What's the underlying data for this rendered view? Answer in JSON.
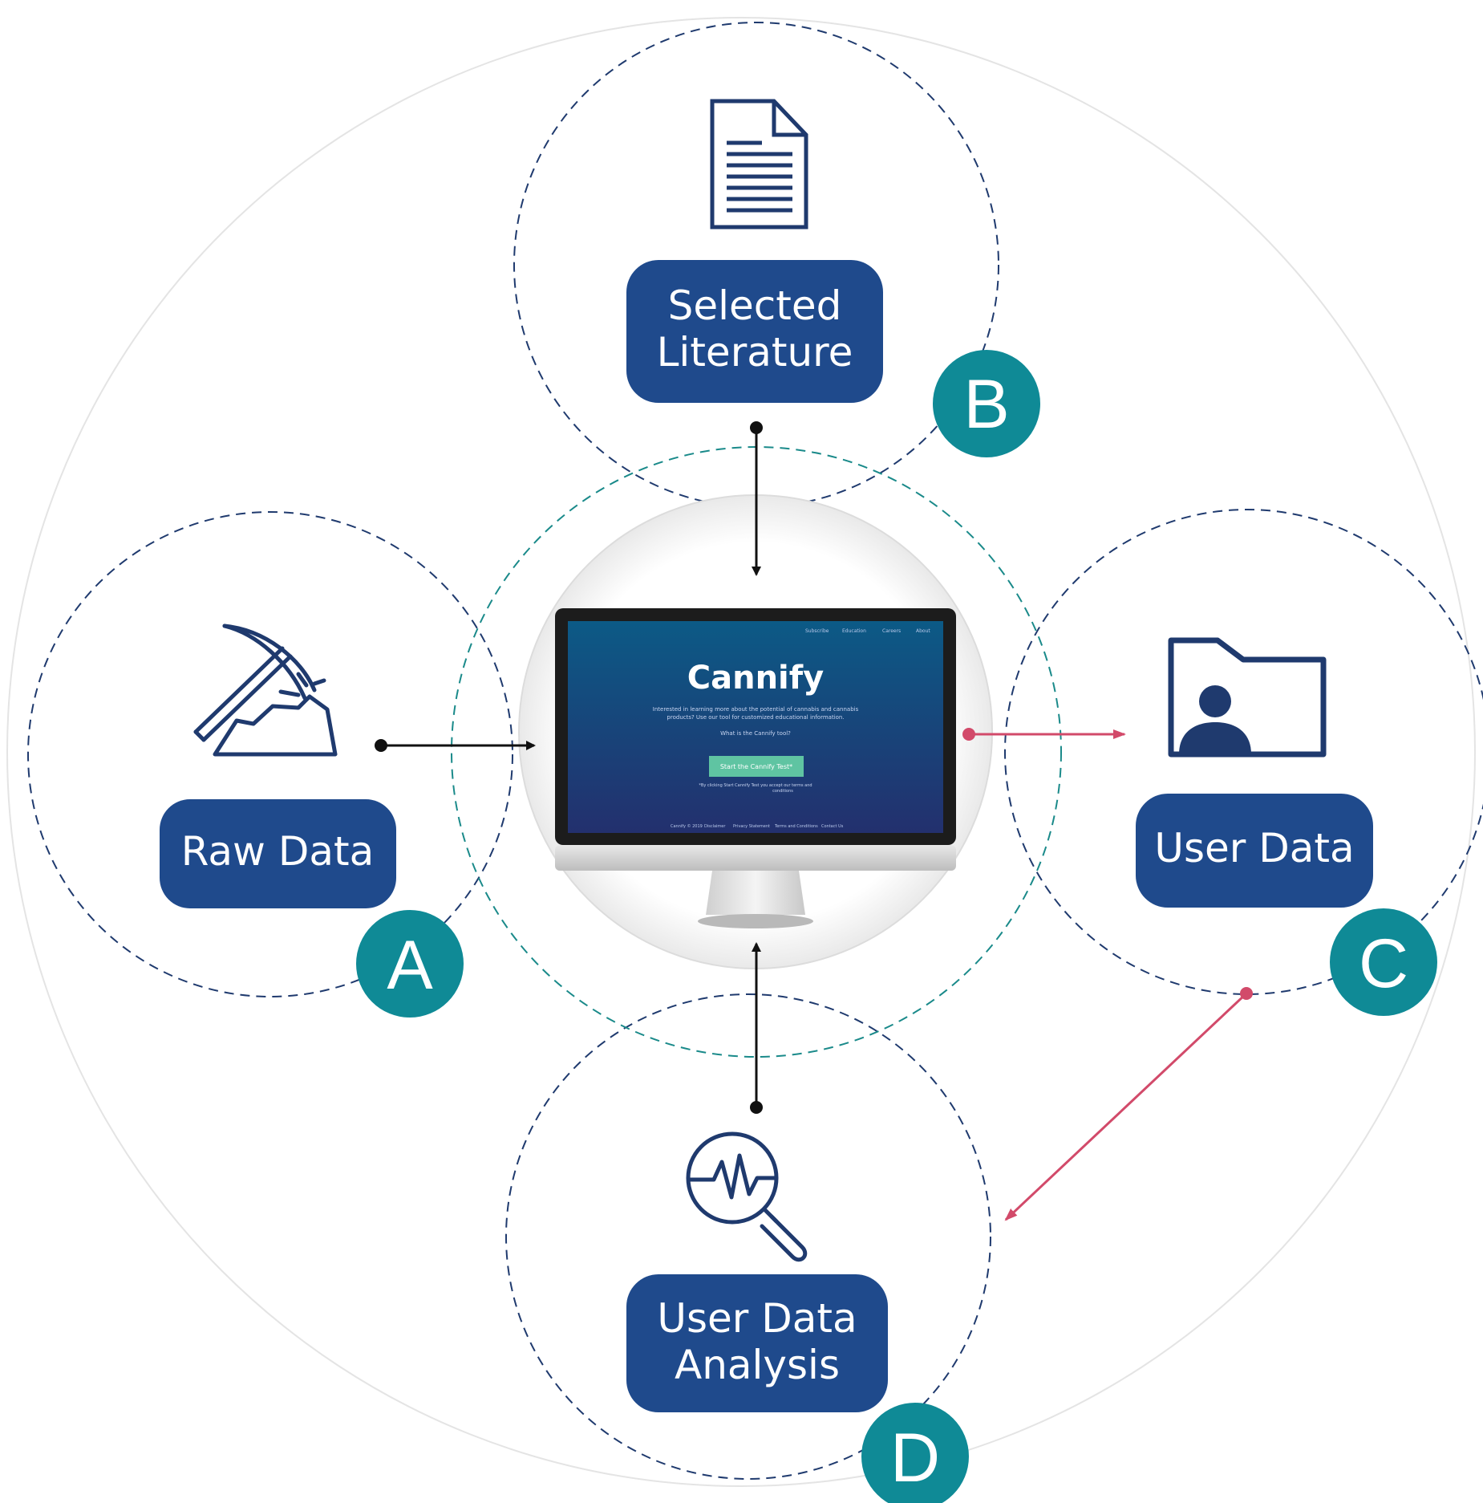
{
  "colors": {
    "navy": "#1f4a8c",
    "teal": "#0f8a96",
    "connector_black": "#111111",
    "connector_red": "#d24a6a",
    "screen_top": "#0c5a86",
    "screen_bottom": "#23306e",
    "screen_button": "#5fc4a2"
  },
  "center": {
    "screen": {
      "nav_items": [
        "Subscribe",
        "Education",
        "Careers",
        "About"
      ],
      "logo": "Cannify",
      "intro_text_1": "Interested in learning more about the potential of cannabis and cannabis",
      "intro_text_2": "products? Use our tool for customized educational information.",
      "question": "What is the Cannify tool?",
      "button_label": "Start the Cannify Test*",
      "consent_text_1": "*By clicking Start Cannify Test you accept our terms and",
      "consent_text_2": "conditions",
      "footer_items": [
        "Cannify © 2019",
        "Disclaimer",
        "Privacy Statement",
        "Terms and Conditions",
        "Contact Us"
      ]
    }
  },
  "nodes": {
    "raw_data": {
      "label": "Raw Data",
      "badge": "A",
      "icon": "pickaxe-icon"
    },
    "literature": {
      "label_line1": "Selected",
      "label_line2": "Literature",
      "badge": "B",
      "icon": "document-icon"
    },
    "user_data": {
      "label": "User Data",
      "badge": "C",
      "icon": "user-folder-icon"
    },
    "analysis": {
      "label_line1": "User Data",
      "label_line2": "Analysis",
      "badge": "D",
      "icon": "pulse-magnifier-icon"
    }
  }
}
